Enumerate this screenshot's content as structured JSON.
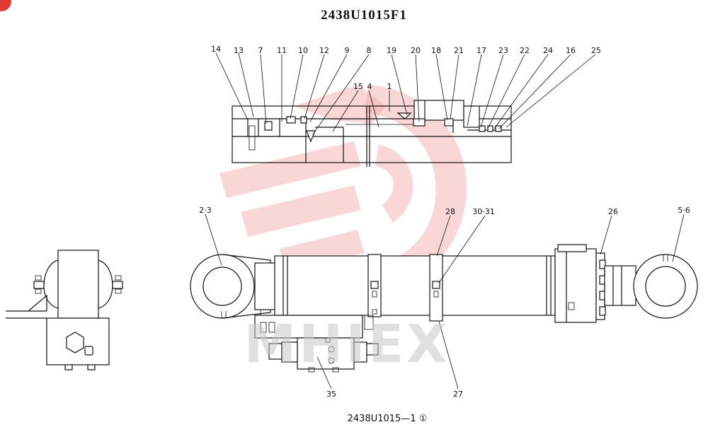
{
  "drawing_number": "2438U1015F1",
  "page_ref": "2438U1015—1 ①",
  "watermark": "MHIEX",
  "colors": {
    "ink": "#111111",
    "watermark_logo": "#f2a6a6",
    "watermark_text": "#c8c8c8",
    "corner_badge": "#e53935"
  },
  "section_callouts": [
    "14",
    "13",
    "7",
    "11",
    "10",
    "12",
    "9",
    "8",
    "15",
    "4",
    "1",
    "19",
    "20",
    "18",
    "21",
    "17",
    "23",
    "22",
    "24",
    "16",
    "25"
  ],
  "assembly_callouts": [
    "2·3",
    "28",
    "30·31",
    "26",
    "5·6",
    "35",
    "27"
  ]
}
